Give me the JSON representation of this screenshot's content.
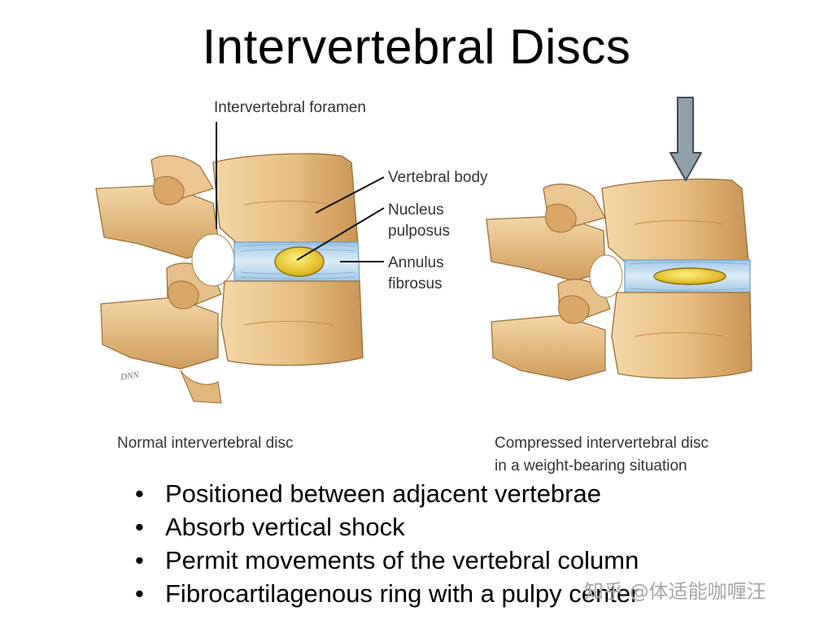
{
  "title": "Intervertebral Discs",
  "labels": {
    "foramen": "Intervertebral foramen",
    "vertebral_body": "Vertebral body",
    "nucleus_1": "Nucleus",
    "nucleus_2": "pulposus",
    "annulus_1": "Annulus",
    "annulus_2": "fibrosus",
    "signature": "DNN"
  },
  "captions": {
    "normal": "Normal intervertebral disc",
    "compressed_1": "Compressed intervertebral disc",
    "compressed_2": "in a weight-bearing situation"
  },
  "bullets": [
    "Positioned between adjacent vertebrae",
    "Absorb vertical shock",
    "Permit movements of the vertebral column",
    "Fibrocartilagenous ring with a pulpy center"
  ],
  "watermark": "知乎 @体适能咖喱汪",
  "colors": {
    "bone": "#e9c38c",
    "bone_shadow": "#b98849",
    "disc": "#b9d9f2",
    "nucleus": "#e7c21f",
    "arrow": "#8fa0aa"
  }
}
